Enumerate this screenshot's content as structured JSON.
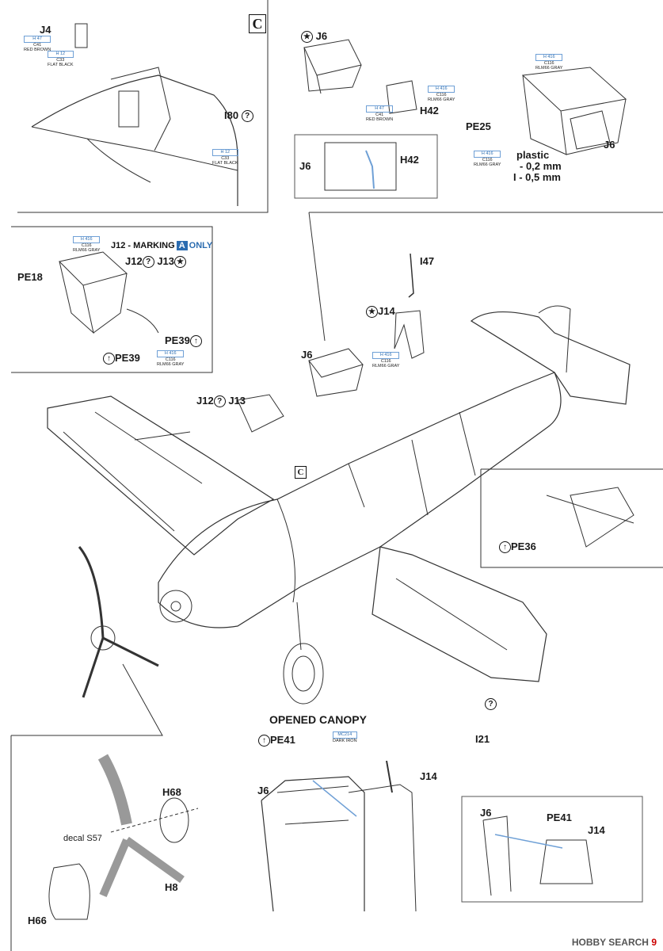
{
  "labels": {
    "J4": "J4",
    "I80": "I80",
    "J6_top": "J6",
    "H42_top": "H42",
    "J6_inset": "J6",
    "H42_inset": "H42",
    "PE25": "PE25",
    "J6_right": "J6",
    "plastic_line1": "plastic",
    "plastic_line2": "- 0,2 mm",
    "plastic_line3": "I - 0,5 mm",
    "PE18": "PE18",
    "marking_prefix": "J12 - MARKING",
    "marking_badge": "A",
    "marking_suffix": "ONLY",
    "J12_a": "J12",
    "J13_a": "J13",
    "PE39_r": "PE39",
    "PE39_l": "PE39",
    "I47": "I47",
    "J14": "J14",
    "J6_mid": "J6",
    "J12_b": "J12",
    "J13_b": "J13",
    "C_main": "C",
    "C_plane": "C",
    "PE36": "PE36",
    "question": "?",
    "I21": "I21",
    "opened_canopy": "OPENED CANOPY",
    "PE41_a": "PE41",
    "J6_bottom": "J6",
    "J14_bottom": "J14",
    "H68": "H68",
    "decal": "decal S57",
    "H8": "H8",
    "H66": "H66",
    "J6_br": "J6",
    "PE41_br": "PE41",
    "J14_br": "J14",
    "page_num": "9"
  },
  "icons": {
    "question": "question-circle-icon",
    "star": "star-circle-icon",
    "arrow": "arrow-circle-icon"
  },
  "paints": {
    "j4": {
      "a": "H 47",
      "b": "C41",
      "c": "RED BROWN"
    },
    "j4b": {
      "a": "H 12",
      "b": "C33",
      "c": "FLAT BLACK"
    },
    "i80": {
      "a": "H 12",
      "b": "C33",
      "c": "FLAT BLACK"
    },
    "h42a": {
      "a": "H 416",
      "b": "C116",
      "c": "RLM66 GRAY"
    },
    "h42b": {
      "a": "H 47",
      "b": "C41",
      "c": "RED BROWN"
    },
    "j6r": {
      "a": "H 416",
      "b": "C116",
      "c": "RLM66 GRAY"
    },
    "pe25": {
      "a": "H 416",
      "b": "C116",
      "c": "RLM66 GRAY"
    },
    "pe18": {
      "a": "H 416",
      "b": "C116",
      "c": "RLM66 GRAY"
    },
    "pe39": {
      "a": "H 416",
      "b": "C116",
      "c": "RLM66 GRAY"
    },
    "j14": {
      "a": "H 416",
      "b": "C116",
      "c": "RLM66 GRAY"
    },
    "pe41": {
      "a": "MC214",
      "b": "DARK IRON",
      "c": ""
    }
  },
  "watermark": {
    "brand": "HOBBY SEARCH"
  },
  "colors": {
    "accent": "#2b6cb0",
    "line": "#333333"
  }
}
